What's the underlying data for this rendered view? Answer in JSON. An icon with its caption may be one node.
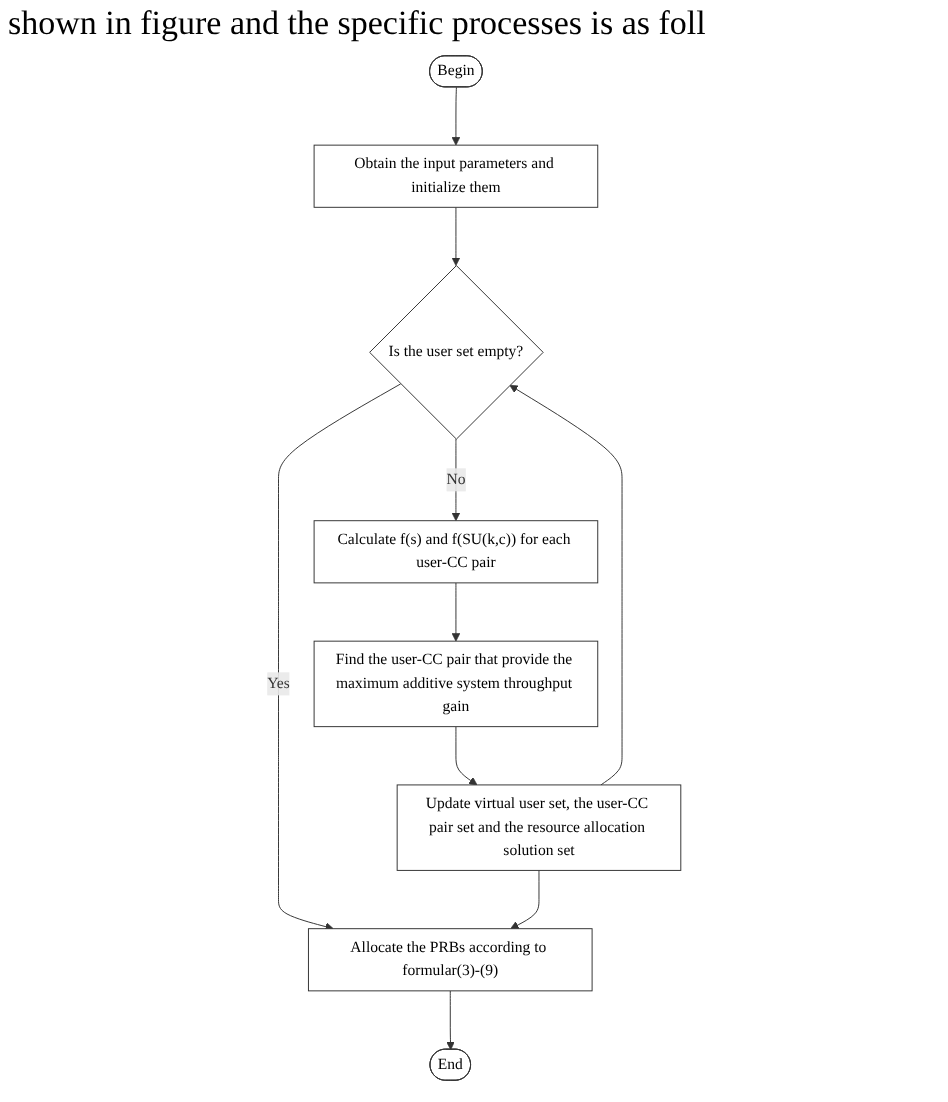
{
  "diagram": {
    "nodes": [
      {
        "text": [
          "Begin"
        ]
      },
      {
        "text": [
          "Obtain the input parameters and initialize them"
        ]
      },
      {
        "text": [
          "Is the user set empty?"
        ]
      },
      {
        "text": [
          "Calculate f(s) and f(SU(k,c)) for each user-CC pair"
        ]
      },
      {
        "text": [
          "Find the user-CC pair that provide the maximum additive system throughput gain"
        ]
      },
      {
        "text": [
          "Update virtual user set, the user-CC pair set and the resource allocation solution set"
        ]
      },
      {
        "text": [
          "Allocate the PRBs according to formular(3)-(9)"
        ]
      },
      {
        "text": [
          "End"
        ]
      }
    ],
    "edges": [
      {
        "from": 0,
        "to": 1,
        "arrow": "to"
      },
      {
        "from": 1,
        "to": 2,
        "arrow": "to"
      },
      {
        "from": 2,
        "to": 3,
        "arrow": "to",
        "label": "No"
      },
      {
        "from": 3,
        "to": 4,
        "arrow": "to"
      },
      {
        "from": 4,
        "to": 5,
        "arrow": "to"
      },
      {
        "from": 5,
        "to": 2,
        "arrow": "to"
      },
      {
        "from": 2,
        "to": 6,
        "arrow": "to",
        "label": "Yes"
      },
      {
        "from": 5,
        "to": 6,
        "arrow": "to"
      },
      {
        "from": 6,
        "to": 7,
        "arrow": "to"
      }
    ],
    "labels": [
      "shown in figure and the specific processes is as foll"
    ]
  }
}
